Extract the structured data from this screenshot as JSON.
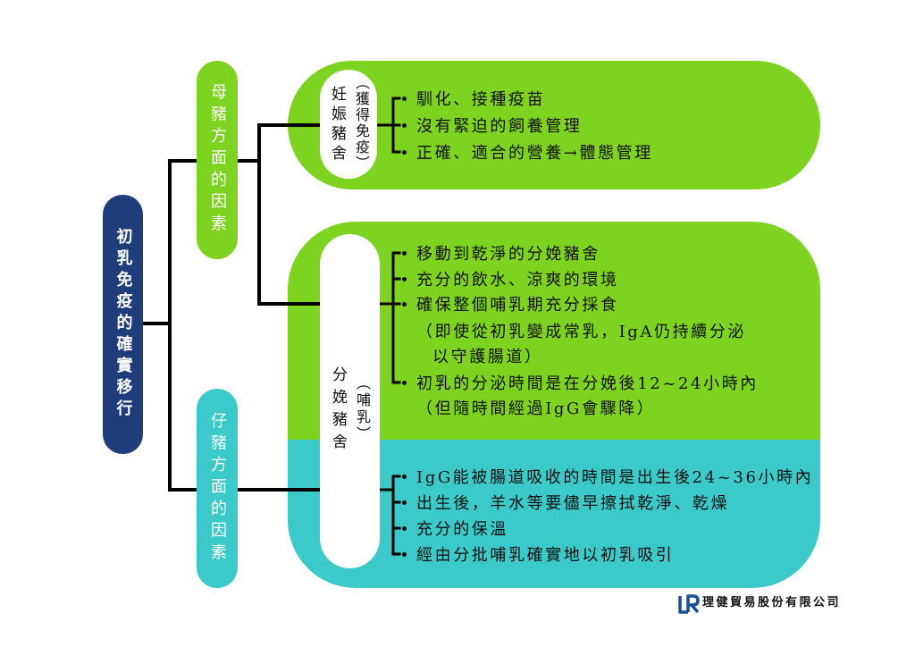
{
  "diagram": {
    "root_label": "初乳免疫的確實移行",
    "sow_factors_label": "母豬方面的因素",
    "piglet_factors_label": "仔豬方面的因素"
  },
  "gestation_house": {
    "name": "妊娠豬舍",
    "note": "（獲得免疫）",
    "items": [
      "馴化、接種疫苗",
      "沒有緊迫的飼養管理",
      "正確、適合的營養→體態管理"
    ]
  },
  "farrowing_house": {
    "name": "分娩豬舍",
    "note": "（哺乳）",
    "sow_items": [
      {
        "text": "移動到乾淨的分娩豬舍"
      },
      {
        "text": "充分的飲水、涼爽的環境"
      },
      {
        "text": "確保整個哺乳期充分採食",
        "notes": [
          "（即使從初乳變成常乳，IgA仍持續分泌",
          "以守護腸道）"
        ]
      },
      {
        "text": "初乳的分泌時間是在分娩後12~24小時內",
        "notes": [
          "（但隨時間經過IgG會驟降）"
        ]
      }
    ],
    "piglet_items": [
      "IgG能被腸道吸收的時間是出生後24~36小時內",
      "出生後，羊水等要儘早擦拭乾淨、乾燥",
      "充分的保溫",
      "經由分批哺乳確實地以初乳吸引"
    ]
  },
  "company": {
    "name": "理健貿易股份有限公司"
  },
  "icons": {
    "bullet": "bullet-icon",
    "logo": "company-logo-icon"
  },
  "colors": {
    "navy": "#1f3d7a",
    "green": "#7ed321",
    "cyan": "#3cc9c9",
    "line": "#000000",
    "text": "#111111",
    "logo": "#1b4f9c"
  }
}
